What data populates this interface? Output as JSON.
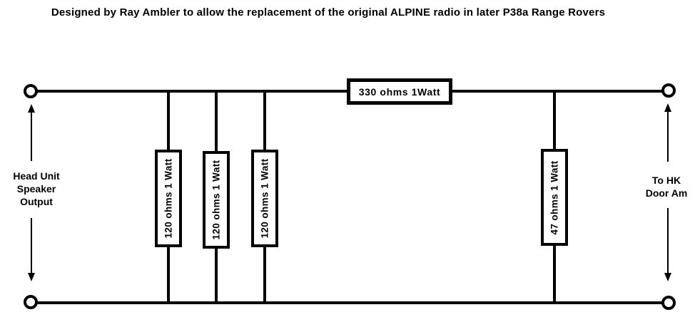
{
  "title": "Designed by Ray Ambler to allow the replacement of the original ALPINE radio in later P38a Range Rovers",
  "diagram": {
    "left_terminal_label": "Head Unit\nSpeaker\nOutput",
    "right_terminal_label": "To HK\nDoor Am",
    "series_resistor": {
      "label": "330 ohms 1Watt"
    },
    "shunt_resistors": [
      {
        "label": "120 ohms 1 Watt"
      },
      {
        "label": "120 ohms 1 Watt"
      },
      {
        "label": "120 ohms 1 Watt"
      },
      {
        "label": "47 ohms 1 Watt"
      }
    ],
    "colors": {
      "wire": "#000000",
      "background": "#ffffff",
      "text": "#000000"
    }
  }
}
